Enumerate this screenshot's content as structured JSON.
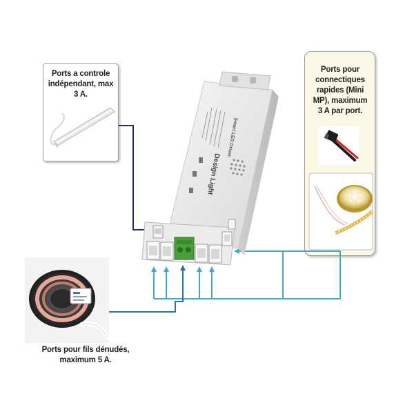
{
  "callouts": {
    "independent_port": {
      "text": "Ports a controle indépendant, max 3 A."
    },
    "quick_connect": {
      "text": "Ports pour connectiques rapides (Mini MP), maximum 3 A par port."
    },
    "stripped_wire": {
      "text": "Ports pour fils dénudés, maximum 5 A."
    }
  },
  "device": {
    "brand_text": "Design Light",
    "model_text": "Smart LED Driver"
  },
  "colors": {
    "connector_dark_blue": "#1f2a7a",
    "connector_light_blue": "#45a9c7",
    "device_body": "#e9e9e9",
    "right_panel_bg": "#fcf8e6",
    "terminal_green": "#4aa13a"
  }
}
